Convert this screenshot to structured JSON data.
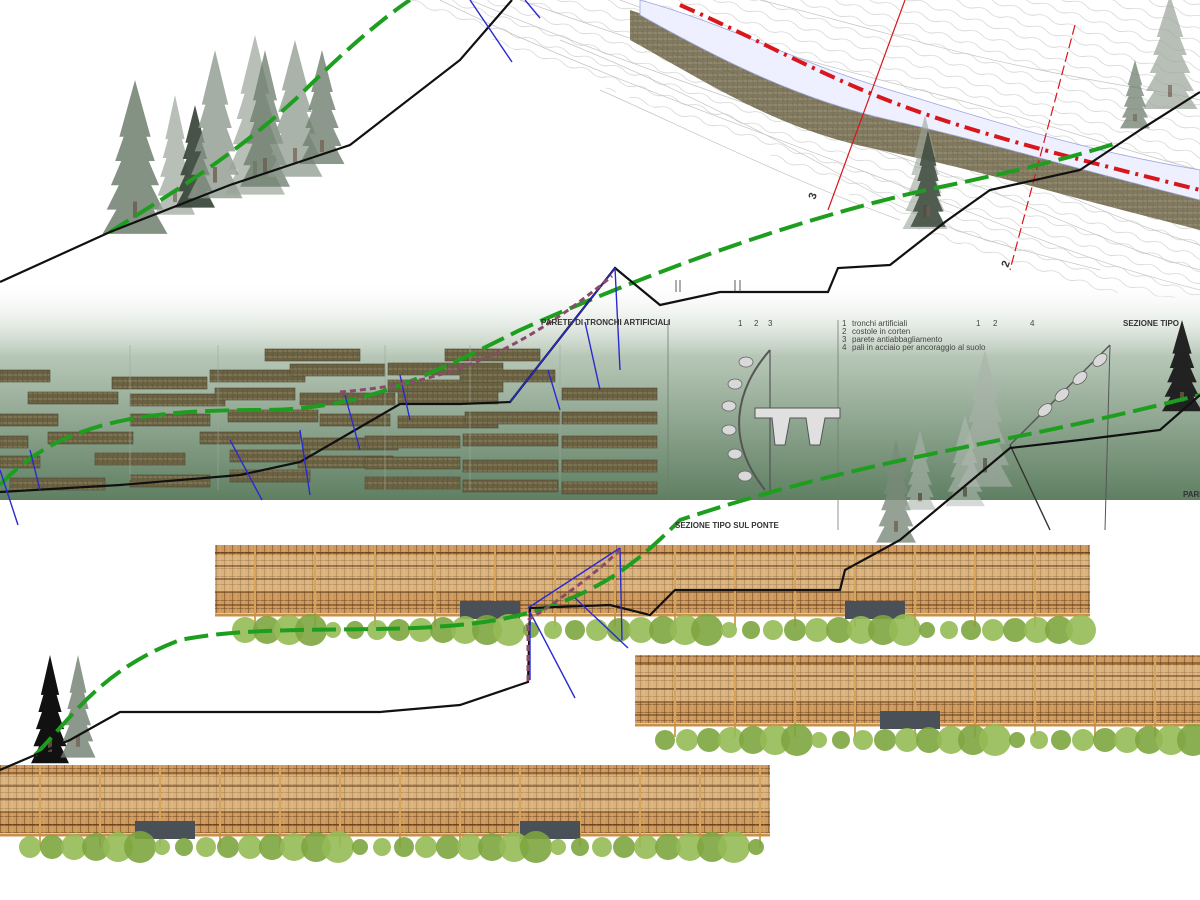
{
  "titles": {
    "wall": "PARETE DI TRONCHI ARTIFICIALI",
    "section_bridge": "SEZIONE TIPO SUL PONTE",
    "section_type": "SEZIONE TIPO",
    "cut_right": "PARE"
  },
  "legend": [
    {
      "num": "1",
      "text": "tronchi artificiali"
    },
    {
      "num": "2",
      "text": "costole in corten"
    },
    {
      "num": "3",
      "text": "parete antiabbagliamento"
    },
    {
      "num": "4",
      "text": "pali in acciaio per ancoraggio al suolo"
    }
  ],
  "callouts_bridge": [
    "1",
    "2",
    "3"
  ],
  "callouts_section": [
    "1",
    "2",
    "4"
  ],
  "section_marks": [
    "3",
    "2"
  ],
  "colors": {
    "terrain_green": "#1e9e1e",
    "terrain_black": "#111111",
    "axis_red": "#d8161b",
    "steel_blue": "#2a2ad0",
    "wood": "#b07838",
    "log": "#7a6e50",
    "band": "#6e8a6e"
  }
}
